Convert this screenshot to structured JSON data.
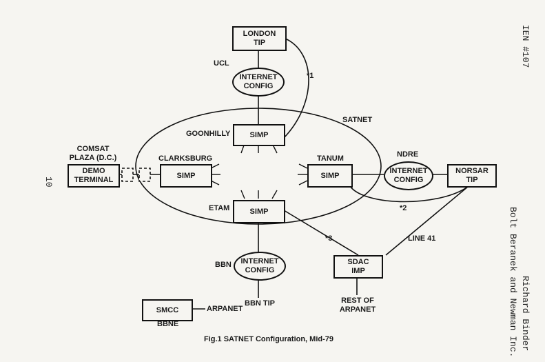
{
  "document": {
    "header_id": "IEN #107",
    "page_number": "10",
    "author_line1": "Richard Binder",
    "author_line2": "Bolt Beranek and Newman Inc.",
    "caption": "Fig.1  SATNET Configuration, Mid-79"
  },
  "nodes": {
    "london_tip": [
      "LONDON",
      "TIP"
    ],
    "ucl_config": [
      "INTERNET",
      "CONFIG"
    ],
    "goonhilly_simp": "SIMP",
    "clarksburg_simp": "SIMP",
    "tanum_simp": "SIMP",
    "etam_simp": "SIMP",
    "demo_terminal": [
      "DEMO",
      "TERMINAL"
    ],
    "ndre_config": [
      "INTERNET",
      "CONFIG"
    ],
    "norsar_tip": [
      "NORSAR",
      "TIP"
    ],
    "bbn_config": [
      "INTERNET",
      "CONFIG"
    ],
    "sdac_imp": [
      "SDAC",
      "IMP"
    ],
    "smcc": "SMCC"
  },
  "labels": {
    "ucl": "UCL",
    "note1": "*1",
    "satnet": "SATNET",
    "goonhilly": "GOONHILLY",
    "comsat_line1": "COMSAT",
    "comsat_line2": "PLAZA (D.C.)",
    "clarksburg": "CLARKSBURG",
    "tanum": "TANUM",
    "ndre": "NDRE",
    "note2": "*2",
    "etam": "ETAM",
    "note3": "*3",
    "line41": "LINE 41",
    "bbn": "BBN",
    "bbn_tip": "BBN TIP",
    "rest_line1": "REST OF",
    "rest_line2": "ARPANET",
    "arpanet": "ARPANET",
    "bbne": "BBNE"
  }
}
